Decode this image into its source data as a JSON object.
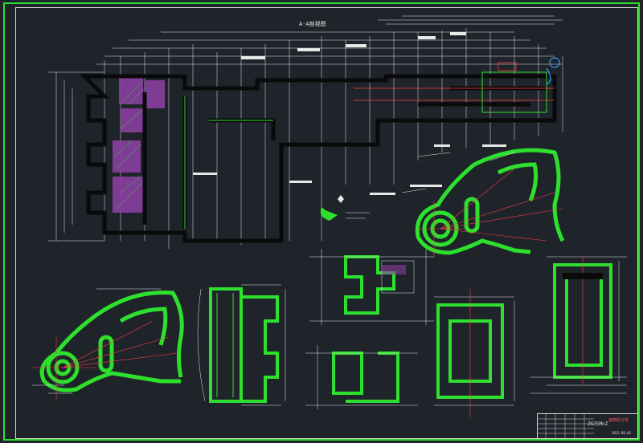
{
  "drawing": {
    "section_title": "A-A剖视图",
    "title_block": {
      "material": "ZG35MnZ",
      "part_name": "盘磨机分体",
      "drawing_code": "2012.06.01"
    }
  },
  "colors": {
    "background": "#1f232a",
    "frame": "#2ee02e",
    "outline": "#2ee02e",
    "hatch": "#8a3fa0",
    "dimension": "#e8e8e8",
    "center": "#ff4040",
    "accent": "#3aa0ff"
  }
}
